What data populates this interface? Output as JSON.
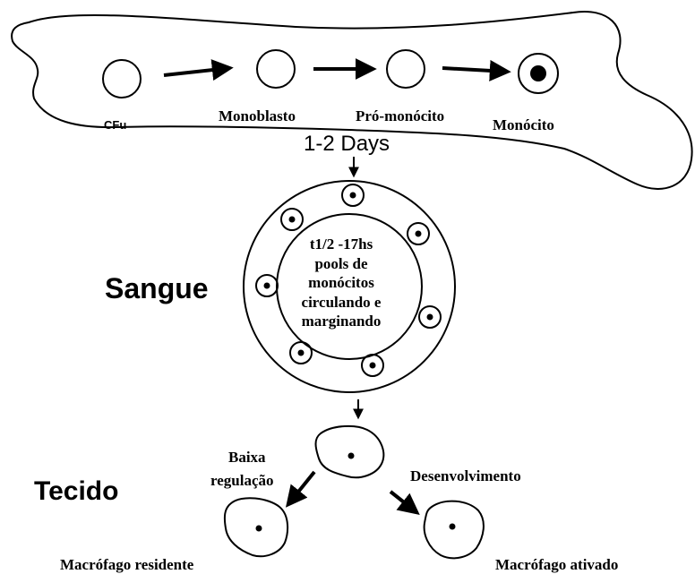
{
  "bone_marrow": {
    "cells": {
      "cfu": "CFu",
      "monoblasto": "Monoblasto",
      "pro_monocito": "Pró-monócito",
      "monocito": "Monócito"
    },
    "duration": "1-2 Days"
  },
  "blood": {
    "title": "Sangue",
    "center_lines": [
      "t1/2 -17hs",
      "pools de",
      "monócitos",
      "circulando e",
      "marginando"
    ]
  },
  "tissue": {
    "title": "Tecido",
    "left_branch": [
      "Baixa",
      "regulação"
    ],
    "right_branch": "Desenvolvimento",
    "left_result": "Macrófago residente",
    "right_result": "Macrófago ativado"
  }
}
